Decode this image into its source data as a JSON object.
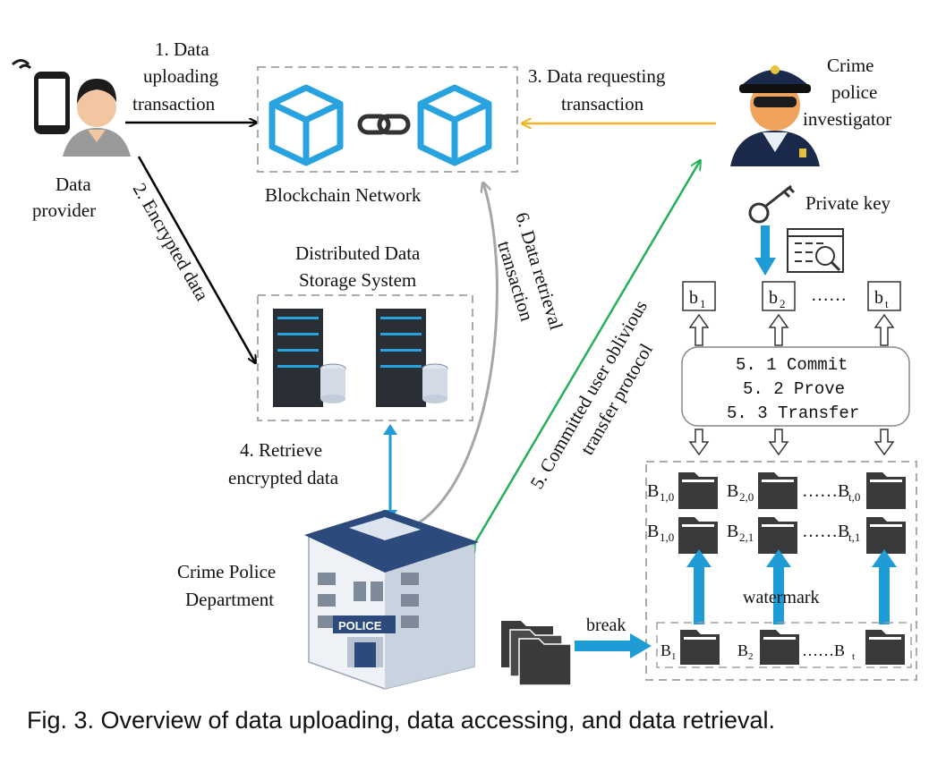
{
  "labels": {
    "step1_line1": "1. Data",
    "step1_line2": "uploading",
    "step1_line3": "transaction",
    "data_provider_line1": "Data",
    "data_provider_line2": "provider",
    "step2": "2. Encrypted data",
    "blockchain_network": "Blockchain Network",
    "step3_line1": "3. Data requesting",
    "step3_line2": "transaction",
    "investigator_line1": "Crime",
    "investigator_line2": "police",
    "investigator_line3": "investigator",
    "storage_line1": "Distributed Data",
    "storage_line2": "Storage System",
    "step6_line1": "6. Data retrieval",
    "step6_line2": "transaction",
    "step5_line1": "5. Committed user oblivious",
    "step5_line2": "transfer protocol",
    "private_key": "Private key",
    "b1": "b",
    "b1_sub": "1",
    "b2": "b",
    "b2_sub": "2",
    "bt": "b",
    "bt_sub": "t",
    "b_dots": "……",
    "commit": "5. 1 Commit",
    "prove": "5. 2 Prove",
    "transfer": "5. 3 Transfer",
    "step4_line1": "4. Retrieve",
    "step4_line2": "encrypted data",
    "department_line1": "Crime Police",
    "department_line2": "Department",
    "B10_row0": "B",
    "B10_row0_sub": "1,0",
    "B20_row0": "B",
    "B20_row0_sub": "2,0",
    "Bt0_row0": "……B",
    "Bt0_row0_sub": "t,0",
    "B10_row1": "B",
    "B10_row1_sub": "1,0",
    "B21_row1": "B",
    "B21_row1_sub": "2,1",
    "Bt1_row1": "……B",
    "Bt1_row1_sub": "t,1",
    "watermark": "watermark",
    "break": "break",
    "B1": "B",
    "B1_sub": "1",
    "B2": "B",
    "B2_sub": "2",
    "Bt": "……B",
    "Bt_sub": "t",
    "police_sign": "POLICE",
    "caption": "Fig. 3. Overview of data uploading, data accessing, and data retrieval."
  },
  "colors": {
    "blockchain_blue": "#29a3e0",
    "arrow_black": "#000000",
    "arrow_orange": "#f5b323",
    "arrow_green": "#22b05a",
    "arrow_gray": "#a6a6a6",
    "arrow_blue": "#1f9bd6",
    "folder_dark": "#3a3a3a",
    "server_dark": "#2a2e35"
  }
}
